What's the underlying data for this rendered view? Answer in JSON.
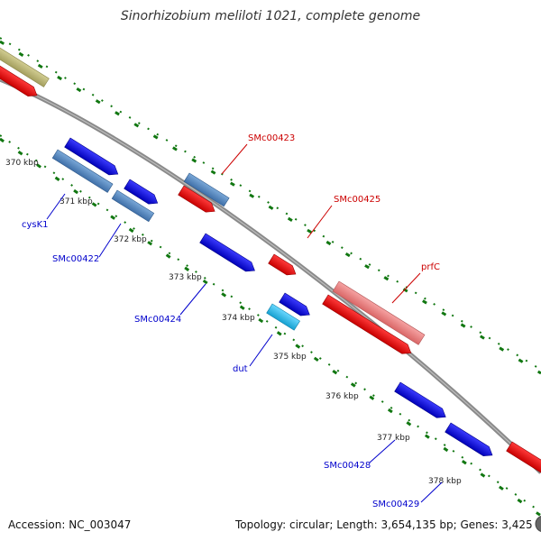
{
  "title": "Sinorhizobium meliloti 1021, complete genome",
  "footer": {
    "accession": "Accession: NC_003047",
    "topology": "Topology: circular; Length: 3,654,135 bp; Genes: 3,425"
  },
  "ticks": [
    "370 kbp",
    "371 kbp",
    "372 kbp",
    "373 kbp",
    "374 kbp",
    "375 kbp",
    "376 kbp",
    "377 kbp",
    "378 kbp"
  ],
  "gene_labels": {
    "cysK1": "cysK1",
    "smc00422": "SMc00422",
    "smc00424": "SMc00424",
    "dut": "dut",
    "smc00428": "SMc00428",
    "smc00429": "SMc00429",
    "smc00423": "SMc00423",
    "smc00425": "SMc00425",
    "prfC": "prfC"
  },
  "colors": {
    "forward_gene": "#1010e0",
    "reverse_gene": "#ee1111",
    "light_blue_feature": "#5a8fc8",
    "cyan_feature": "#22bbee",
    "pink_feature": "#ee8888",
    "olive_feature": "#bdb87a",
    "backbone": "#888888",
    "tick_marks": "#117711",
    "label_blue": "#0000cc",
    "label_red": "#cc0000"
  }
}
